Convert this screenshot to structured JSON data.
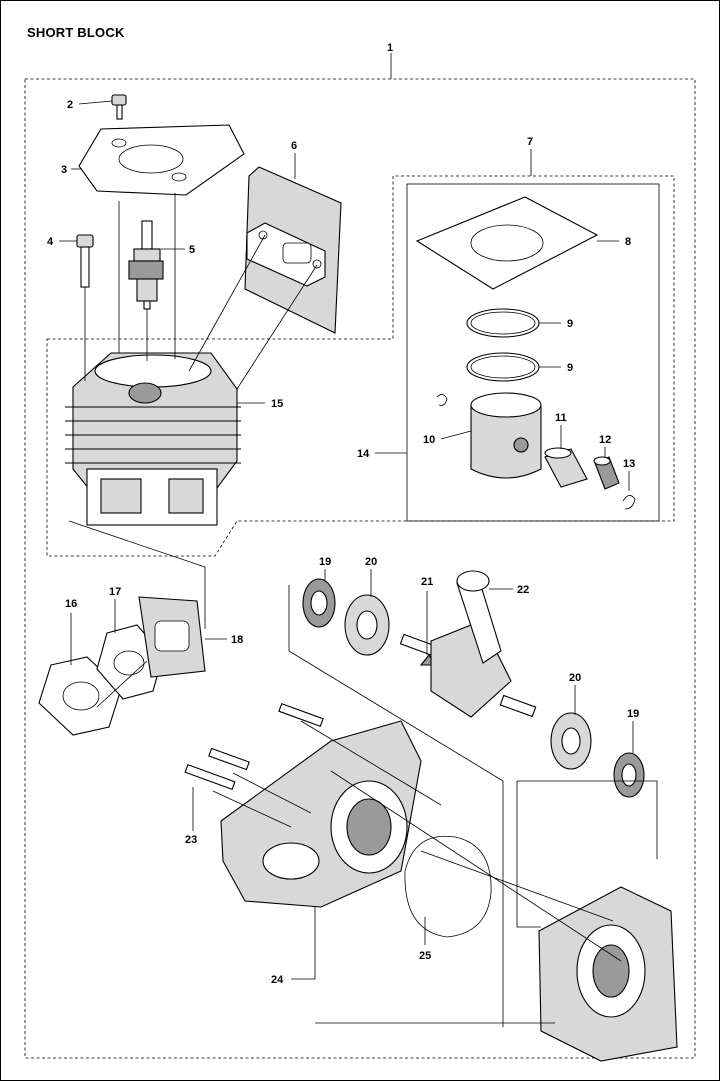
{
  "title": "SHORT BLOCK",
  "callouts": {
    "c1": "1",
    "c2": "2",
    "c3": "3",
    "c4": "4",
    "c5": "5",
    "c6": "6",
    "c7": "7",
    "c8": "8",
    "c9a": "9",
    "c9b": "9",
    "c10": "10",
    "c11": "11",
    "c12": "12",
    "c13": "13",
    "c14": "14",
    "c15": "15",
    "c16": "16",
    "c17": "17",
    "c18": "18",
    "c19a": "19",
    "c19b": "19",
    "c20a": "20",
    "c20b": "20",
    "c21": "21",
    "c22": "22",
    "c23": "23",
    "c24": "24",
    "c25": "25"
  }
}
